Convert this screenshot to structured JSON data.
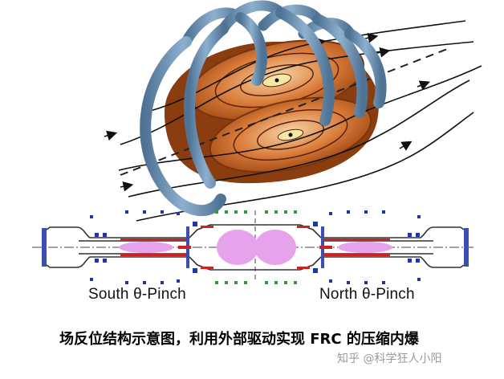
{
  "labels": {
    "south": "South θ-Pinch",
    "north": "North θ-Pinch"
  },
  "caption": "场反位结构示意图，利用外部驱动实现 FRC 的压缩内爆",
  "watermark": "知乎 @科学狂人小阳",
  "colors": {
    "coil": "#6b8fb3",
    "plasma_dark": "#b5591c",
    "plasma_light": "#f2b27e",
    "pink": "#e9a2ec",
    "red": "#cc2222",
    "green": "#2e9b3c",
    "blue": "#2233aa"
  }
}
